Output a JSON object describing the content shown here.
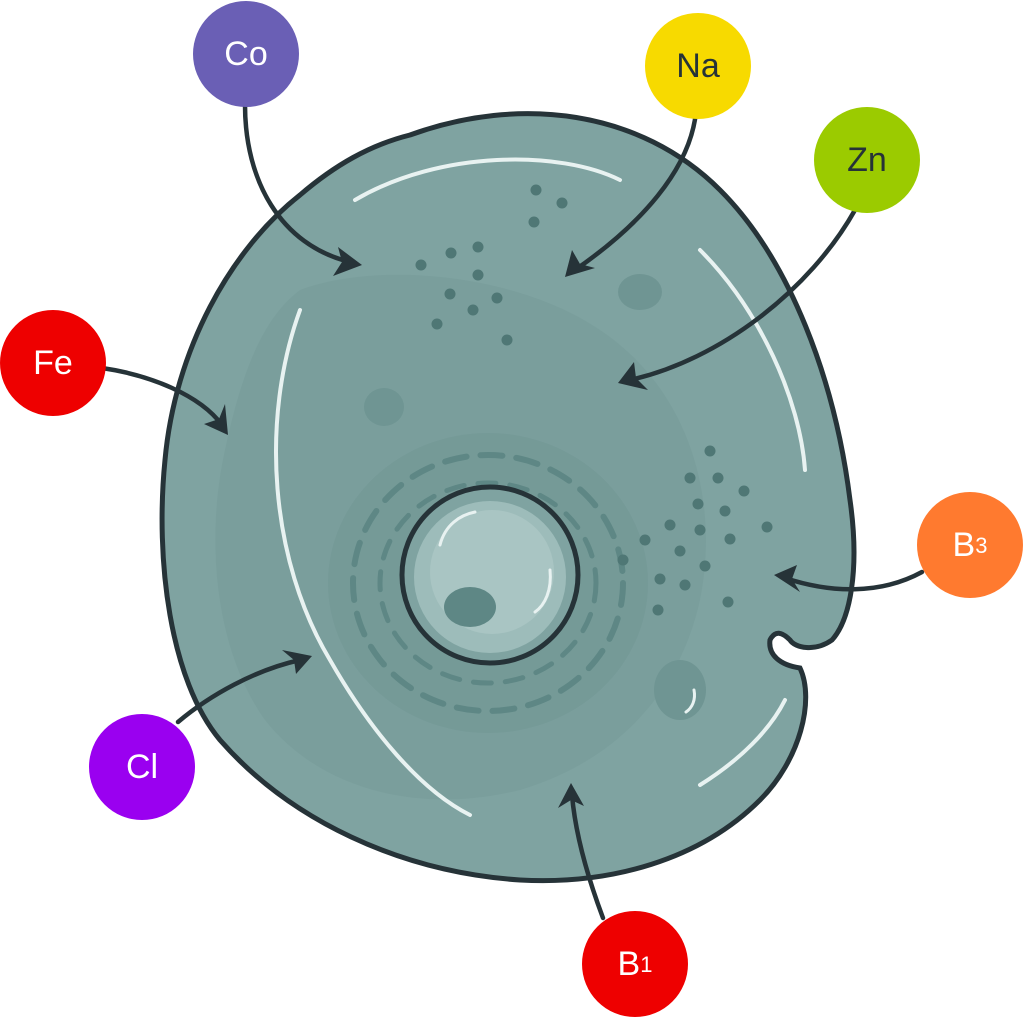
{
  "colors": {
    "cell_fill": "#7fa3a1",
    "cell_outline": "#263338",
    "cell_dark": "#5e8785",
    "nucleus_fill": "#9dbcba",
    "nucleolus": "#5e8785",
    "arrow": "#263338"
  },
  "elements": [
    {
      "id": "co",
      "label": "Co",
      "sub": "",
      "color": "#6a5fb5",
      "text_color": "#ffffff"
    },
    {
      "id": "na",
      "label": "Na",
      "sub": "",
      "color": "#f7da00",
      "text_color": "#263338"
    },
    {
      "id": "zn",
      "label": "Zn",
      "sub": "",
      "color": "#9bcb00",
      "text_color": "#263338"
    },
    {
      "id": "fe",
      "label": "Fe",
      "sub": "",
      "color": "#ee0000",
      "text_color": "#ffffff"
    },
    {
      "id": "b3",
      "label": "B",
      "sub": "3",
      "color": "#ff7a2f",
      "text_color": "#ffffff"
    },
    {
      "id": "cl",
      "label": "Cl",
      "sub": "",
      "color": "#9a00f0",
      "text_color": "#ffffff"
    },
    {
      "id": "b1",
      "label": "B",
      "sub": "1",
      "color": "#ee0000",
      "text_color": "#ffffff"
    }
  ]
}
